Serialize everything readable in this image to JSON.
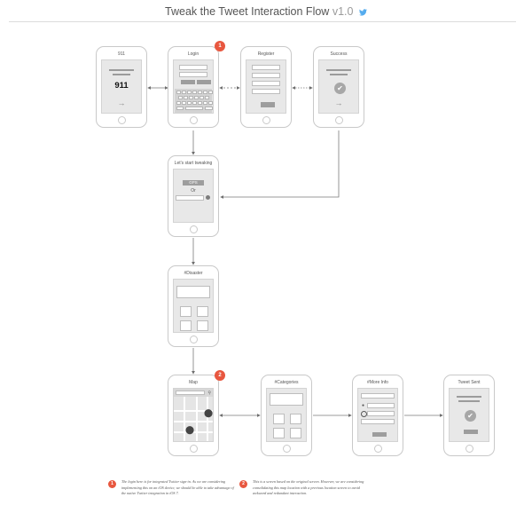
{
  "header": {
    "title": "Tweak the Tweet Interaction Flow",
    "version": "v1.0",
    "icon": "twitter-bird-icon"
  },
  "screens": {
    "s911": {
      "title": "911",
      "number": "911"
    },
    "login": {
      "title": "Login"
    },
    "register": {
      "title": "Register"
    },
    "success": {
      "title": "Success"
    },
    "start": {
      "title": "Let's start tweaking",
      "gps_label": "GPS",
      "or_label": "Or"
    },
    "disaster": {
      "title": "#Disaster"
    },
    "map": {
      "title": "Map"
    },
    "categories": {
      "title": "#Categories"
    },
    "moreinfo": {
      "title": "#More Info"
    },
    "sent": {
      "title": "Tweet Sent"
    }
  },
  "badges": {
    "login": "1",
    "map": "2"
  },
  "notes": [
    {
      "number": "1",
      "text": "The login here is for integrated Twitter sign-in. As we are considering implementing this on an iOS device, we should be able to take advantage of the native Twitter integration in iOS 7."
    },
    {
      "number": "2",
      "text": "This is a screen based on the original screen. However, we are considering consolidating this map location with a previous location screen to avoid awkward and redundant interaction."
    }
  ],
  "colors": {
    "accent": "#e8573f",
    "twitter": "#55acee",
    "screen": "#e8e8e8",
    "line": "#9b9b9b"
  }
}
